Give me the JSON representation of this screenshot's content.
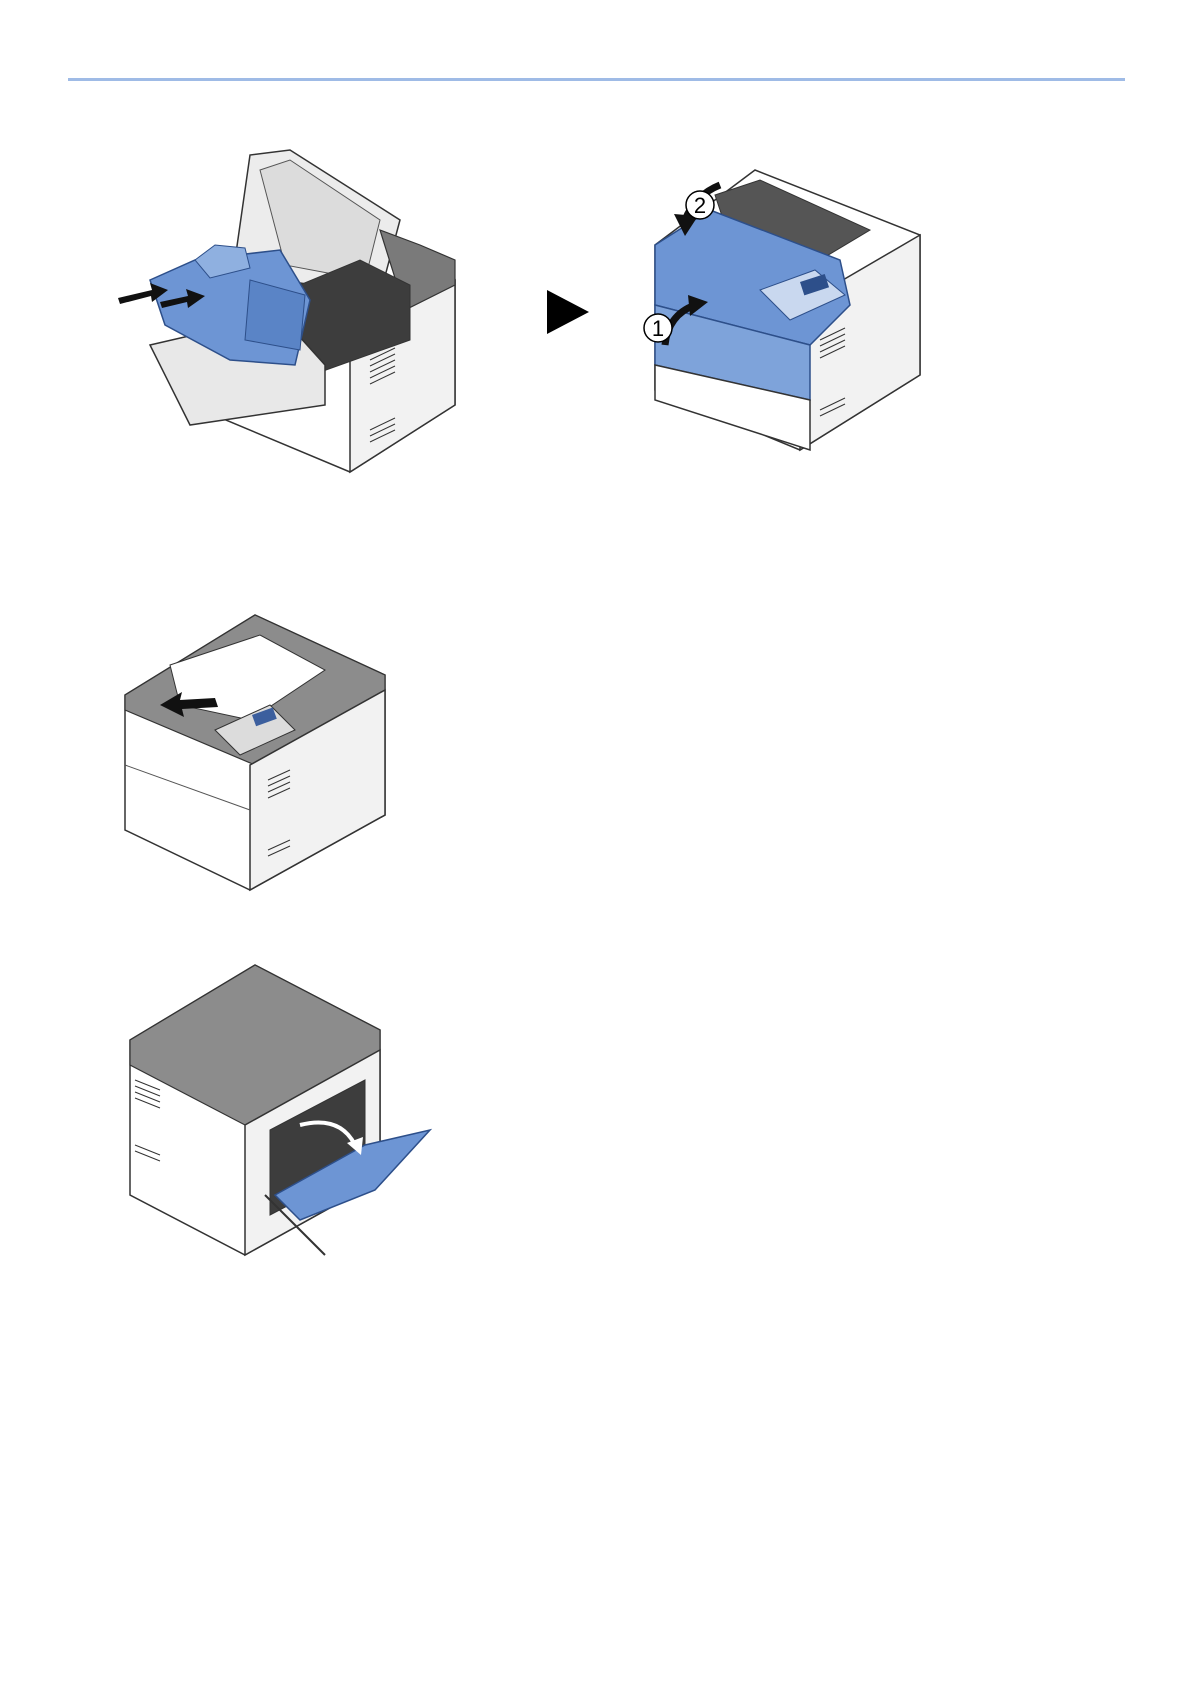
{
  "page": {
    "accent_color": "#9fbbe6",
    "highlight_color": "#6d95d4"
  },
  "figures": [
    {
      "id": "insert-toner-open-printer",
      "icon": "printer-open-toner-insert"
    },
    {
      "id": "next-step",
      "icon": "play-arrow"
    },
    {
      "id": "close-covers",
      "icon": "printer-close-covers",
      "callouts": [
        "1",
        "2"
      ]
    },
    {
      "id": "remove-paper-top-tray",
      "icon": "printer-paper-output"
    },
    {
      "id": "open-rear-cover",
      "icon": "printer-rear-cover-open"
    }
  ]
}
